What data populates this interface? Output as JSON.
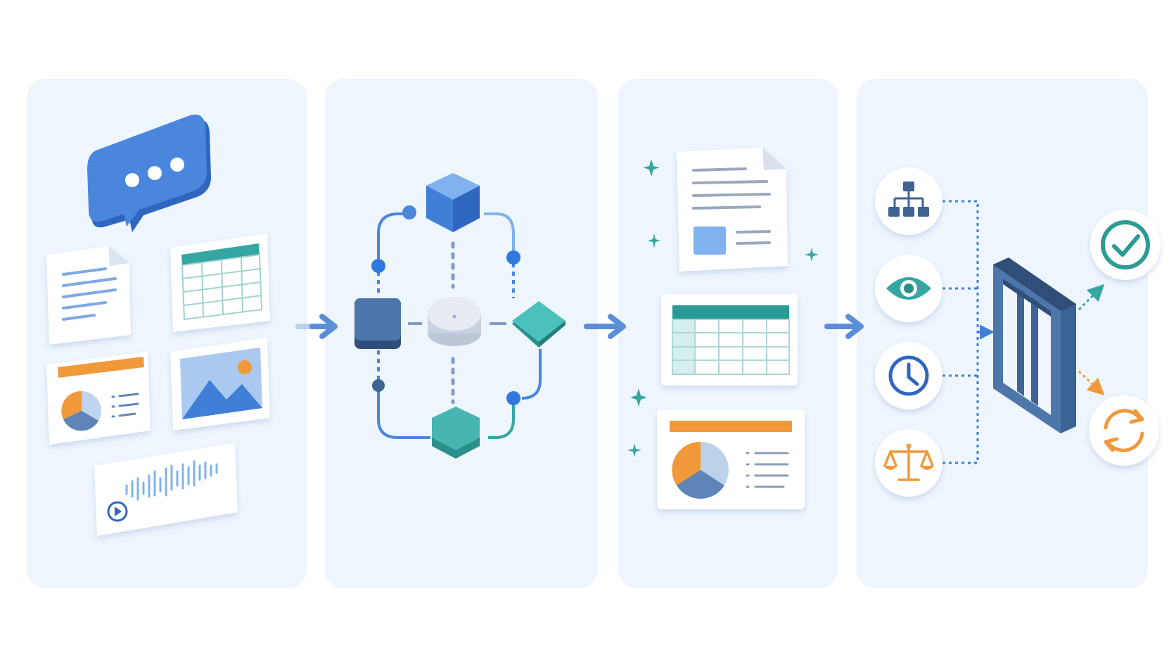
{
  "stages": [
    {
      "id": "inputs",
      "icons": [
        "chat-bubble-icon",
        "document-icon",
        "spreadsheet-icon",
        "report-chart-icon",
        "image-icon",
        "audio-waveform-icon",
        "play-icon"
      ]
    },
    {
      "id": "processing",
      "icons": [
        "cube-icon",
        "cube-icon",
        "diamond-node-icon",
        "hexagon-node-icon",
        "cylinder-hub-icon"
      ]
    },
    {
      "id": "outputs",
      "icons": [
        "document-icon",
        "spreadsheet-icon",
        "report-chart-icon",
        "sparkle-icon"
      ]
    },
    {
      "id": "governance",
      "icons": [
        "hierarchy-icon",
        "eye-icon",
        "clock-icon",
        "scales-icon",
        "gate-icon",
        "check-icon",
        "refresh-icon"
      ]
    }
  ],
  "colors": {
    "panel": "#eef5fd",
    "blue": "#3f7fd8",
    "blue_light": "#7fb2ee",
    "navy": "#3f6494",
    "teal": "#36a6a2",
    "teal_dark": "#2b8f8b",
    "orange": "#f0993a",
    "arrow": "#5a8fd6",
    "grey_line": "#b9cde8"
  }
}
